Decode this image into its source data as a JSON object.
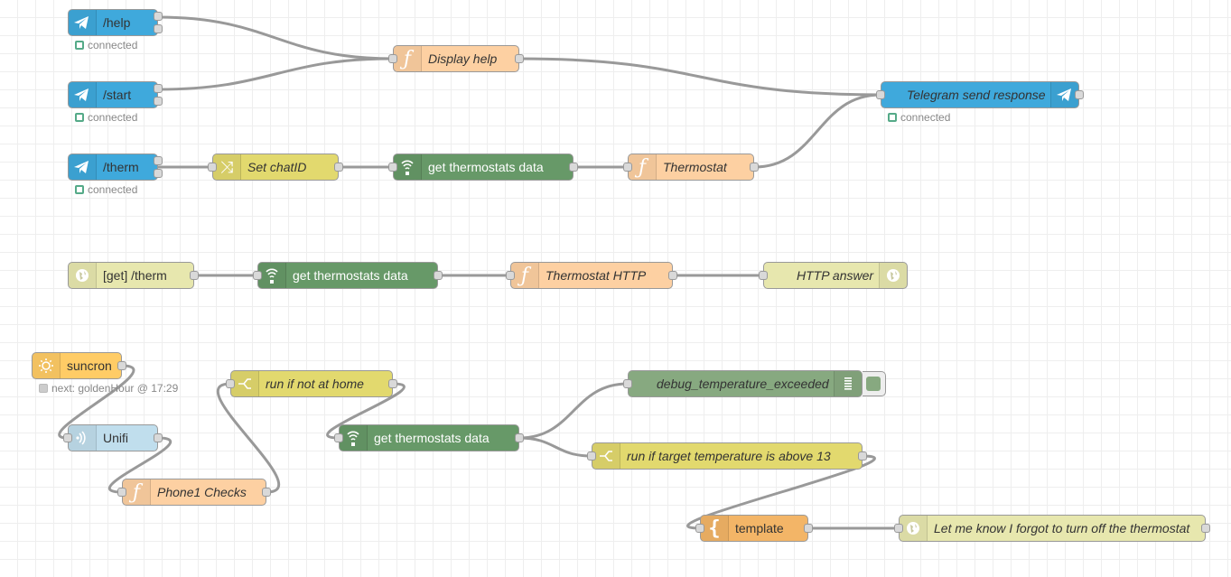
{
  "flow": {
    "nodes": {
      "help": {
        "label": "/help",
        "status": "connected",
        "icon": "telegram-icon"
      },
      "start": {
        "label": "/start",
        "status": "connected",
        "icon": "telegram-icon"
      },
      "therm_cmd": {
        "label": "/therm",
        "status": "connected",
        "icon": "telegram-icon"
      },
      "display_help": {
        "label": "Display help",
        "icon": "function-icon"
      },
      "telegram_send": {
        "label": "Telegram send response",
        "status": "connected",
        "icon": "telegram-icon"
      },
      "set_chatid": {
        "label": "Set chatID",
        "icon": "change-icon"
      },
      "get_thermo_1": {
        "label": "get thermostats data",
        "icon": "netatmo-icon"
      },
      "thermostat_fn": {
        "label": "Thermostat",
        "icon": "function-icon"
      },
      "http_in": {
        "label": "[get] /therm",
        "icon": "globe-icon"
      },
      "get_thermo_2": {
        "label": "get thermostats data",
        "icon": "netatmo-icon"
      },
      "thermostat_http": {
        "label": "Thermostat HTTP",
        "icon": "function-icon"
      },
      "http_answer": {
        "label": "HTTP answer",
        "icon": "globe-icon"
      },
      "suncron": {
        "label": "suncron",
        "status": "next: goldenHour @ 17:29",
        "icon": "sun-icon"
      },
      "unifi": {
        "label": "Unifi",
        "icon": "wifi-icon"
      },
      "phone_checks": {
        "label": "Phone1 Checks",
        "icon": "function-icon"
      },
      "run_if_not_home": {
        "label": "run if not at home",
        "icon": "switch-icon"
      },
      "get_thermo_3": {
        "label": "get thermostats data",
        "icon": "netatmo-icon"
      },
      "debug_temp": {
        "label": "debug_temperature_exceeded",
        "icon": "debug-icon"
      },
      "run_if_target": {
        "label": "run if target temperature is above 13",
        "icon": "switch-icon"
      },
      "template": {
        "label": "template",
        "icon": "template-icon"
      },
      "let_me_know": {
        "label": "Let me know I forgot to turn off the thermostat",
        "icon": "globe-icon"
      }
    }
  },
  "colors": {
    "telegram": "#3fa9dc",
    "function": "#fdd0a2",
    "switch": "#e2d96e",
    "netatmo": "#679968",
    "http": "#e7e7ae",
    "suncron": "#ffcc66",
    "unifi": "#c0deed",
    "debug": "#87a980",
    "template": "#f3b567",
    "wire": "#999999",
    "status_connected": "#55aa88"
  }
}
